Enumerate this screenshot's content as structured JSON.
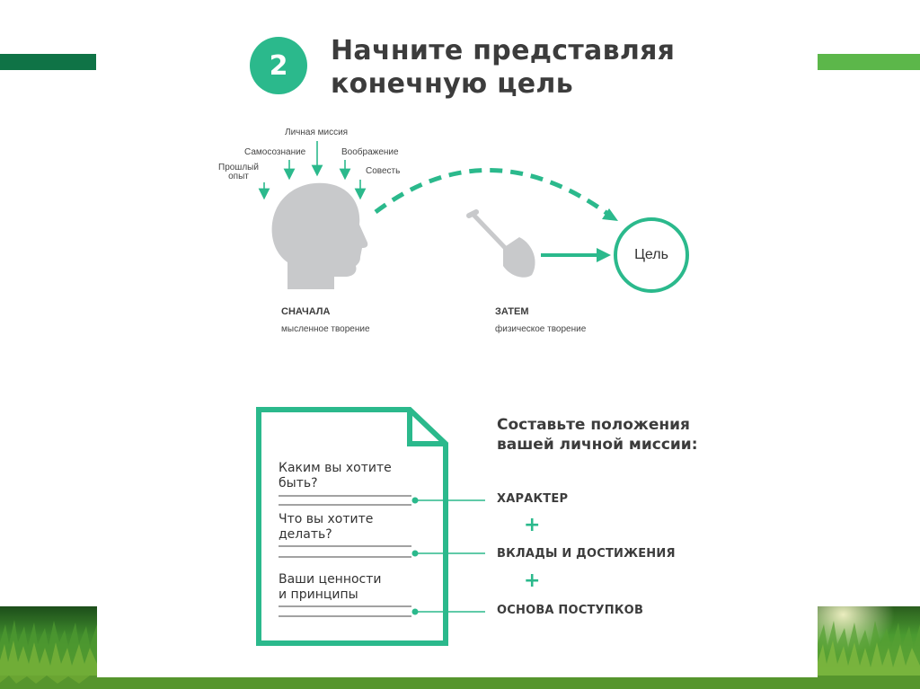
{
  "header": {
    "step_number": "2",
    "title_line1": "Начните представляя",
    "title_line2": "конечную цель"
  },
  "influences": {
    "mission": "Личная миссия",
    "self_awareness": "Самосознание",
    "imagination": "Воображение",
    "past_experience_line1": "Прошлый",
    "past_experience_line2": "опыт",
    "conscience": "Совесть"
  },
  "stages": {
    "first_title": "СНАЧАЛА",
    "first_subtitle": "мысленное творение",
    "then_title": "ЗАТЕМ",
    "then_subtitle": "физическое творение"
  },
  "goal": {
    "label": "Цель"
  },
  "document": {
    "q1_line1": "Каким вы хотите",
    "q1_line2": "быть?",
    "q2_line1": "Что вы хотите",
    "q2_line2": "делать?",
    "q3_line1": "Ваши ценности",
    "q3_line2": "и принципы"
  },
  "mission_statement": {
    "heading_line1": "Составьте положения",
    "heading_line2": "вашей личной миссии:",
    "items": [
      "ХАРАКТЕР",
      "ВКЛАДЫ И ДОСТИЖЕНИЯ",
      "ОСНОВА ПОСТУПКОВ"
    ],
    "plus": "+"
  },
  "colors": {
    "accent": "#2bb98c",
    "dark_green_bar": "#0f7346",
    "light_green_bar": "#5cb74a",
    "head_gray": "#c8c9cb",
    "text_dark": "#3c3c3c"
  }
}
